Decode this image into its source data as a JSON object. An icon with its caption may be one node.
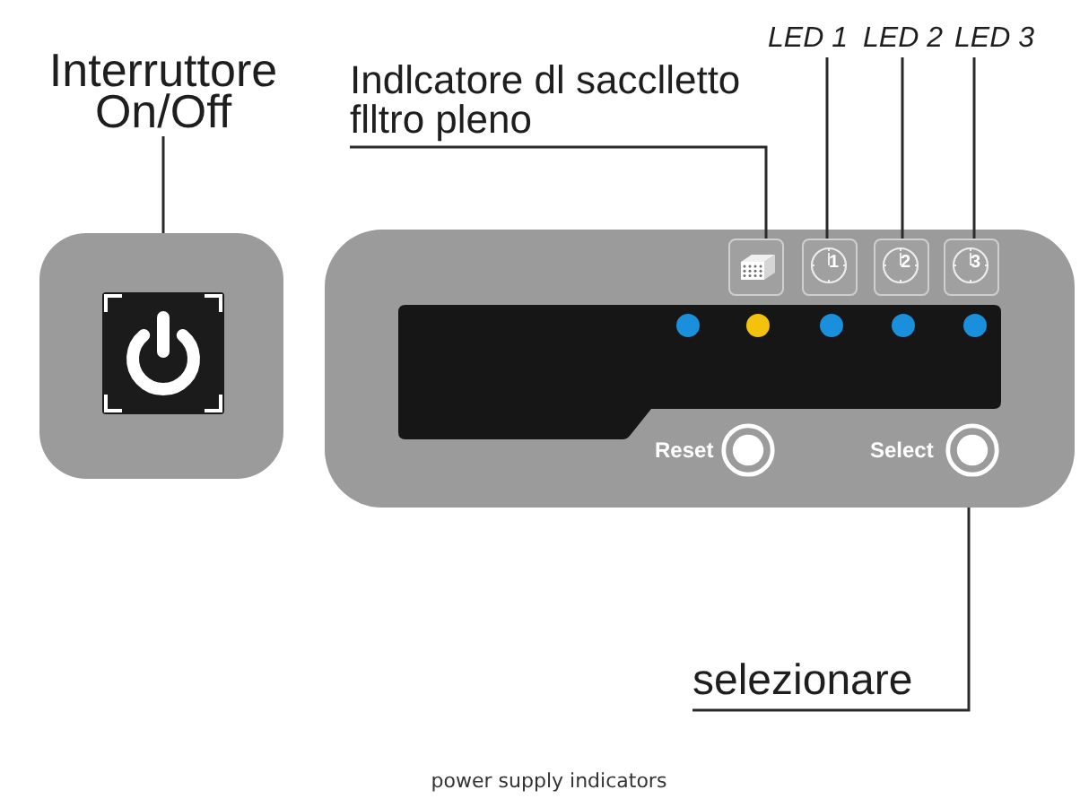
{
  "diagram": {
    "caption": "power supply indicators",
    "nodes": [
      {
        "text": [
          "Interruttore On/Off"
        ]
      },
      {
        "text": [
          "Indlcatore dl sacclletto flltro pleno"
        ]
      },
      {
        "text": [
          "LED 1"
        ]
      },
      {
        "text": [
          "LED 2"
        ]
      },
      {
        "text": [
          "LED 3"
        ]
      },
      {
        "text": [],
        "shape": "box"
      },
      {
        "text": [],
        "shape": "box"
      },
      {
        "text": [],
        "shape": "picture",
        "in": 6
      },
      {
        "text": [
          "1"
        ],
        "in": 6
      },
      {
        "text": [
          "2"
        ],
        "in": 6
      },
      {
        "text": [
          "3"
        ],
        "in": 6
      },
      {
        "text": [
          "selezionare"
        ]
      }
    ],
    "edges": [
      {
        "from": 0,
        "to": 5,
        "arrow": "none"
      },
      {
        "from": 1,
        "to": 7,
        "arrow": "none"
      },
      {
        "from": 2,
        "to": 8,
        "arrow": "none"
      },
      {
        "from": 3,
        "to": 9,
        "arrow": "none"
      },
      {
        "from": 4,
        "to": 10,
        "arrow": "none"
      },
      {
        "from": 11,
        "to": 6,
        "arrow": "none"
      }
    ],
    "labels": [
      "Reset",
      "Select"
    ]
  }
}
